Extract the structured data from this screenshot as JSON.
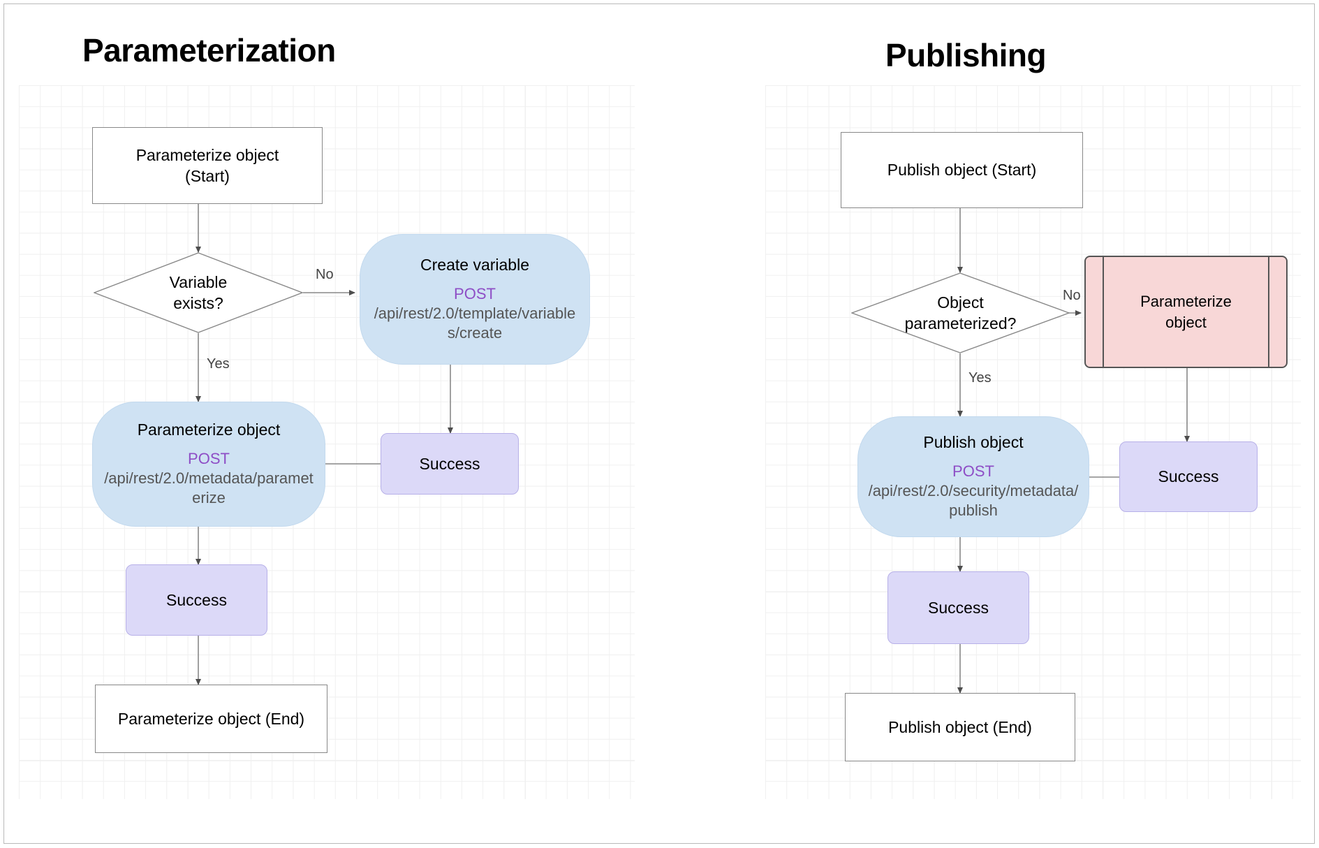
{
  "document": {
    "type": "flowchart-diagram",
    "background": "#ffffff",
    "grid_color": "#f0f0f0"
  },
  "colors": {
    "api_node_fill": "#cfe2f3",
    "success_node_fill": "#dcd9f8",
    "subprocess_fill": "#f8d7d7",
    "method_text": "#8e4ec6",
    "path_text": "#555555",
    "node_border": "#888888",
    "subprocess_border": "#555555",
    "edge_line": "#888888"
  },
  "charts": [
    {
      "id": "parameterization",
      "title": "Parameterization",
      "nodes": {
        "start": {
          "label": "Parameterize object\n(Start)",
          "line1": "Parameterize object",
          "line2": "(Start)"
        },
        "decision": {
          "line1": "Variable",
          "line2": "exists?"
        },
        "create_variable": {
          "title": "Create variable",
          "method": "POST",
          "path": "/api/rest/2.0/template/variables/create"
        },
        "parameterize": {
          "title": "Parameterize object",
          "method": "POST",
          "path": "/api/rest/2.0/metadata/parameterize"
        },
        "success_right": {
          "label": "Success"
        },
        "success_left": {
          "label": "Success"
        },
        "end": {
          "label": "Parameterize object (End)"
        }
      },
      "edge_labels": {
        "no": "No",
        "yes": "Yes"
      }
    },
    {
      "id": "publishing",
      "title": "Publishing",
      "nodes": {
        "start": {
          "label": "Publish object (Start)"
        },
        "decision": {
          "line1": "Object",
          "line2": "parameterized?"
        },
        "subprocess": {
          "line1": "Parameterize",
          "line2": "object"
        },
        "publish": {
          "title": "Publish object",
          "method": "POST",
          "path": "/api/rest/2.0/security/metadata/publish"
        },
        "success_right": {
          "label": "Success"
        },
        "success_left": {
          "label": "Success"
        },
        "end": {
          "label": "Publish object (End)"
        }
      },
      "edge_labels": {
        "no": "No",
        "yes": "Yes"
      }
    }
  ]
}
